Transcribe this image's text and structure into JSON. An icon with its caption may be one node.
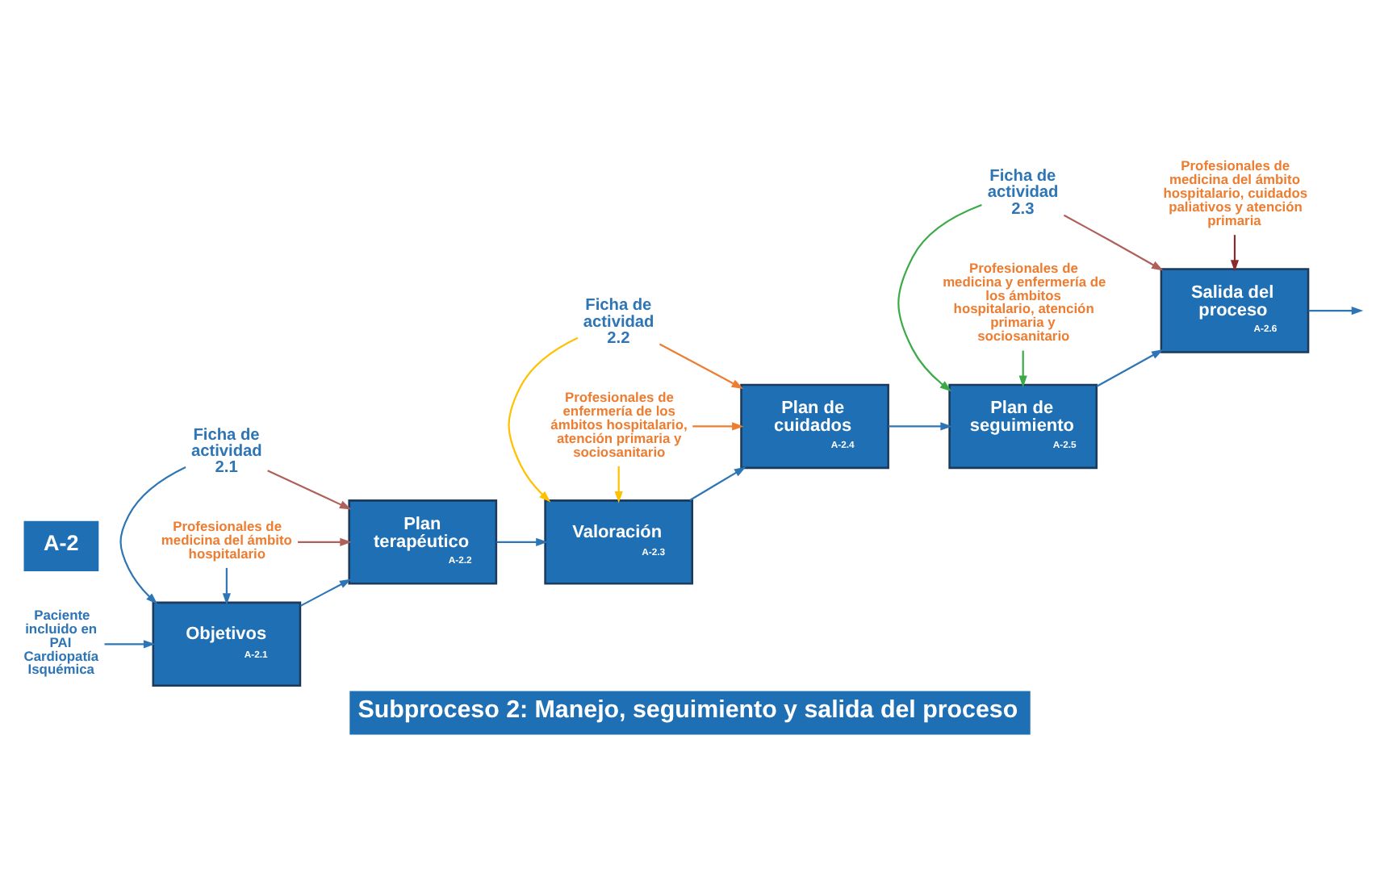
{
  "diagram": {
    "title": "Subproceso 2: Manejo, seguimiento y salida del proceso",
    "nodes": [
      {
        "text": [
          "Ficha de actividad 2.1"
        ]
      },
      {
        "text": [
          "Ficha de actividad 2.2"
        ]
      },
      {
        "text": [
          "Ficha de actividad 2.3"
        ]
      },
      {
        "text": [
          "Paciente incluido en PAI Cardiopatía Isquémica"
        ]
      },
      {
        "text": [
          "Objetivos",
          "A-2.1"
        ]
      },
      {
        "text": [
          "Plan terapéutico",
          "A-2.2"
        ]
      },
      {
        "text": [
          "Valoración",
          "A-2.3"
        ]
      },
      {
        "text": [
          "Plan de cuidados",
          "A-2.4"
        ]
      },
      {
        "text": [
          "Plan de seguimiento",
          "A-2.5"
        ]
      },
      {
        "text": [
          "Salida del proceso",
          "A-2.6"
        ]
      },
      {
        "text": [
          "Profesionales de medicina del ámbito hospitalario"
        ]
      },
      {
        "text": [
          "Profesionales de enfermería de los ámbitos hospitalario, atención primaria y sociosanitario"
        ]
      },
      {
        "text": [
          "Profesionales de medicina y enfermería de los ámbitos hospitalario, atención primaria y sociosanitario"
        ]
      },
      {
        "text": [
          "Profesionales de medicina del ámbito hospitalario, cuidados paliativos y atención primaria"
        ]
      }
    ],
    "edges": [
      {
        "from": 0,
        "to": 4,
        "arrow": "to"
      },
      {
        "from": 0,
        "to": 5,
        "arrow": "to",
        "color": "#b0605a"
      },
      {
        "from": 1,
        "to": 6,
        "arrow": "to",
        "color": "#ffc000"
      },
      {
        "from": 1,
        "to": 7,
        "arrow": "to",
        "color": "#ed7d31"
      },
      {
        "from": 2,
        "to": 8,
        "arrow": "to",
        "color": "#3aaa48"
      },
      {
        "from": 2,
        "to": 9,
        "arrow": "to",
        "color": "#b0605a"
      },
      {
        "from": 3,
        "to": 4,
        "arrow": "to"
      },
      {
        "from": 4,
        "to": 5,
        "arrow": "to"
      },
      {
        "from": 5,
        "to": 6,
        "arrow": "to"
      },
      {
        "from": 6,
        "to": 7,
        "arrow": "to"
      },
      {
        "from": 7,
        "to": 8,
        "arrow": "to"
      },
      {
        "from": 8,
        "to": 9,
        "arrow": "to"
      },
      {
        "from": 9,
        "to": null,
        "arrow": "to"
      },
      {
        "from": 10,
        "to": 4,
        "arrow": "to"
      },
      {
        "from": 10,
        "to": 5,
        "arrow": "to",
        "color": "#b0605a"
      },
      {
        "from": 11,
        "to": 6,
        "arrow": "to",
        "color": "#ffc000"
      },
      {
        "from": 11,
        "to": 7,
        "arrow": "to",
        "color": "#ed7d31"
      },
      {
        "from": 12,
        "to": 8,
        "arrow": "to",
        "color": "#3aaa48"
      },
      {
        "from": 13,
        "to": 9,
        "arrow": "to",
        "color": "#8b2a2a"
      }
    ],
    "labels": [
      "A-2"
    ]
  }
}
